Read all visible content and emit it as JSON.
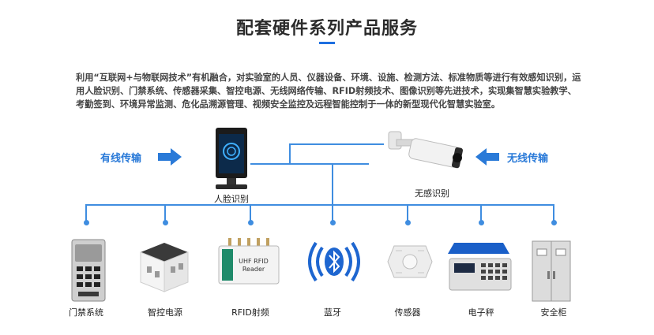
{
  "title": "配套硬件系列产品服务",
  "intro": "利用“互联网+与物联网技术”有机融合，对实验室的人员、仪器设备、环境、设施、检测方法、标准物质等进行有效感知识别，运用人脸识别、门禁系统、传感器采集、智控电源、无线网络传输、RFID射频技术、图像识别等先进技术，实现集智慧实验教学、考勤签到、环境异常监测、危化品溯源管理、视频安全监控及远程智能控制于一体的新型现代化智慧实验室。",
  "wired_label": "有线传输",
  "wireless_label": "无线传输",
  "top_devices": [
    {
      "label": "人脸识别",
      "icon": "face-terminal-icon"
    },
    {
      "label": "无感识别",
      "icon": "bullet-camera-icon"
    }
  ],
  "bottom_devices": [
    {
      "label": "门禁系统",
      "icon": "access-panel-icon"
    },
    {
      "label": "智控电源",
      "icon": "power-cube-icon"
    },
    {
      "label": "RFID射频",
      "icon": "rfid-reader-icon"
    },
    {
      "label": "蓝牙",
      "icon": "bluetooth-icon"
    },
    {
      "label": "传感器",
      "icon": "sensor-icon"
    },
    {
      "label": "电子秤",
      "icon": "scale-icon"
    },
    {
      "label": "安全柜",
      "icon": "safety-cabinet-icon"
    }
  ],
  "reader_text": [
    "UHF RFID",
    "Reader"
  ],
  "colors": {
    "accent": "#2a7ad8",
    "line": "#3f8de0"
  }
}
